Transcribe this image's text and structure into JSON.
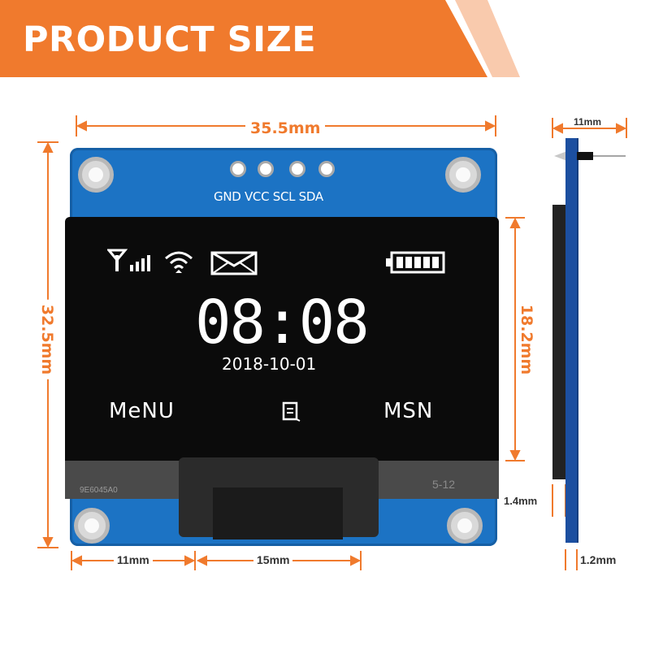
{
  "banner": {
    "title": "PRODUCT SIZE",
    "color": "#f07a2d"
  },
  "dimensions": {
    "width": "35.5mm",
    "height": "32.5mm",
    "screen_height": "18.2mm",
    "bottom_left": "11mm",
    "bottom_middle": "15mm",
    "side_top": "11mm",
    "side_pin": "1.4mm",
    "side_bottom": "1.2mm"
  },
  "board": {
    "pin_labels": "GND VCC SCL SDA",
    "chip_code": "9E6045A0",
    "lot_code": "5-12",
    "pcb_color": "#1c73c4"
  },
  "display": {
    "status_icons": [
      "signal-icon",
      "wifi-icon",
      "mail-icon",
      "battery-icon"
    ],
    "time": "08:08",
    "date": "2018-10-01",
    "menu_left": "MeNU",
    "menu_middle_icon": "document-icon",
    "menu_right": "MSN"
  }
}
